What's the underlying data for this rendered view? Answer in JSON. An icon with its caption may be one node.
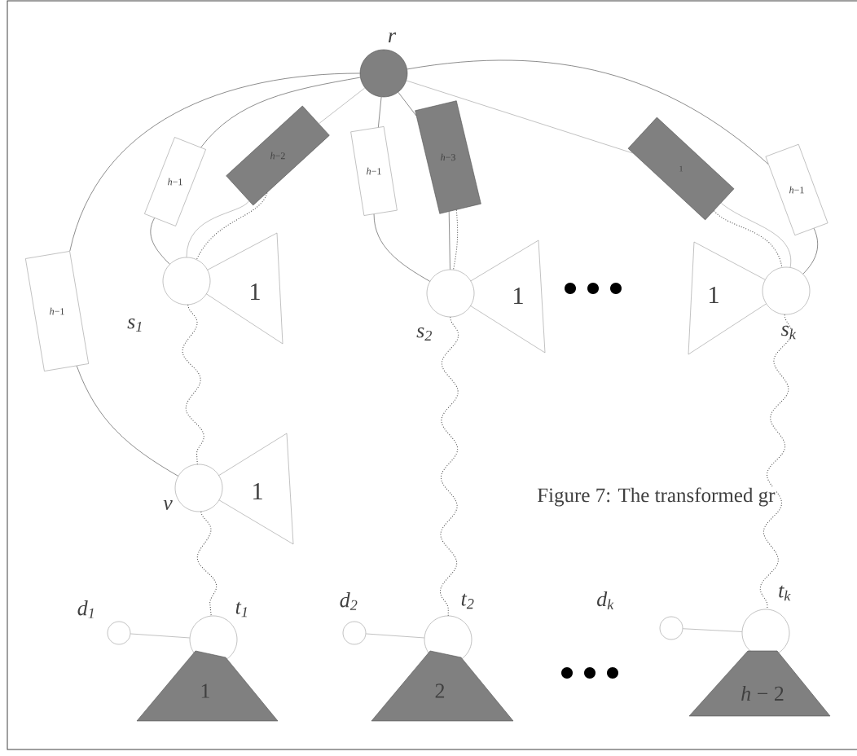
{
  "diagram": {
    "caption": "Figure 7: The transformed gr",
    "nodes": [
      {
        "text": [],
        "shape": "circle",
        "beside": [
          "r"
        ]
      },
      {
        "text": [
          "*h*−1"
        ]
      },
      {
        "text": [
          "*h*−1"
        ]
      },
      {
        "text": [
          "*h*−2"
        ]
      },
      {
        "text": [
          "*h*−1"
        ]
      },
      {
        "text": [
          "*h*−3"
        ]
      },
      {
        "text": [
          "1"
        ]
      },
      {
        "text": [
          "*h*−1"
        ]
      },
      {
        "text": [],
        "shape": "circle",
        "beside": [
          "s$_{1}$"
        ]
      },
      {
        "text": [
          "1"
        ]
      },
      {
        "text": [],
        "shape": "circle",
        "beside": [
          "s$_{2}$"
        ]
      },
      {
        "text": [
          "1"
        ]
      },
      {
        "text": [
          "1"
        ]
      },
      {
        "text": [],
        "shape": "circle",
        "beside": [
          "s$_{k}$"
        ]
      },
      {
        "text": [],
        "shape": "circle",
        "beside": [
          "v"
        ]
      },
      {
        "text": [
          "1"
        ]
      },
      {
        "text": [],
        "shape": "circle",
        "beside": [
          "d$_{1}$"
        ]
      },
      {
        "text": [],
        "shape": "circle",
        "beside": [
          "t$_{1}$"
        ]
      },
      {
        "text": [
          "1"
        ]
      },
      {
        "text": [],
        "shape": "circle",
        "beside": [
          "d$_{2}$"
        ]
      },
      {
        "text": [],
        "shape": "circle",
        "beside": [
          "t$_{2}$"
        ]
      },
      {
        "text": [
          "2"
        ]
      },
      {
        "text": [],
        "shape": "circle",
        "beside": [
          "d$_{k}$"
        ]
      },
      {
        "text": [],
        "shape": "circle",
        "beside": [
          "t$_{k}$"
        ]
      },
      {
        "text": [
          "*h* − 2"
        ]
      }
    ],
    "edges": [
      {
        "from": 0,
        "to": 1,
        "arrow": "none"
      },
      {
        "from": 1,
        "to": 14,
        "arrow": "none"
      },
      {
        "from": 0,
        "to": 2,
        "arrow": "none"
      },
      {
        "from": 2,
        "to": 8,
        "arrow": "none"
      },
      {
        "from": 0,
        "to": 3,
        "arrow": "none",
        "color": "#999999"
      },
      {
        "from": 3,
        "to": 8,
        "arrow": "none",
        "color": "#999999"
      },
      {
        "from": 3,
        "to": 8,
        "arrow": "none",
        "style": "dashed"
      },
      {
        "from": 0,
        "to": 4,
        "arrow": "none"
      },
      {
        "from": 4,
        "to": 10,
        "arrow": "none"
      },
      {
        "from": 0,
        "to": 5,
        "arrow": "none"
      },
      {
        "from": 5,
        "to": 10,
        "arrow": "none"
      },
      {
        "from": 5,
        "to": 10,
        "arrow": "none",
        "style": "dashed"
      },
      {
        "from": 0,
        "to": 6,
        "arrow": "none",
        "color": "#999999"
      },
      {
        "from": 6,
        "to": 13,
        "arrow": "none",
        "color": "#999999"
      },
      {
        "from": 6,
        "to": 13,
        "arrow": "none",
        "style": "dashed"
      },
      {
        "from": 0,
        "to": 7,
        "arrow": "none"
      },
      {
        "from": 7,
        "to": 13,
        "arrow": "none"
      },
      {
        "from": 8,
        "to": 14,
        "arrow": "none",
        "style": "dashed"
      },
      {
        "from": 14,
        "to": 17,
        "arrow": "none",
        "style": "dashed"
      },
      {
        "from": 10,
        "to": 20,
        "arrow": "none",
        "style": "dashed"
      },
      {
        "from": 13,
        "to": 23,
        "arrow": "none",
        "style": "dashed"
      },
      {
        "from": 16,
        "to": 17,
        "arrow": "none",
        "color": "#999999"
      },
      {
        "from": 19,
        "to": 20,
        "arrow": "none",
        "color": "#999999"
      },
      {
        "from": 22,
        "to": 23,
        "arrow": "none",
        "color": "#999999"
      }
    ]
  }
}
